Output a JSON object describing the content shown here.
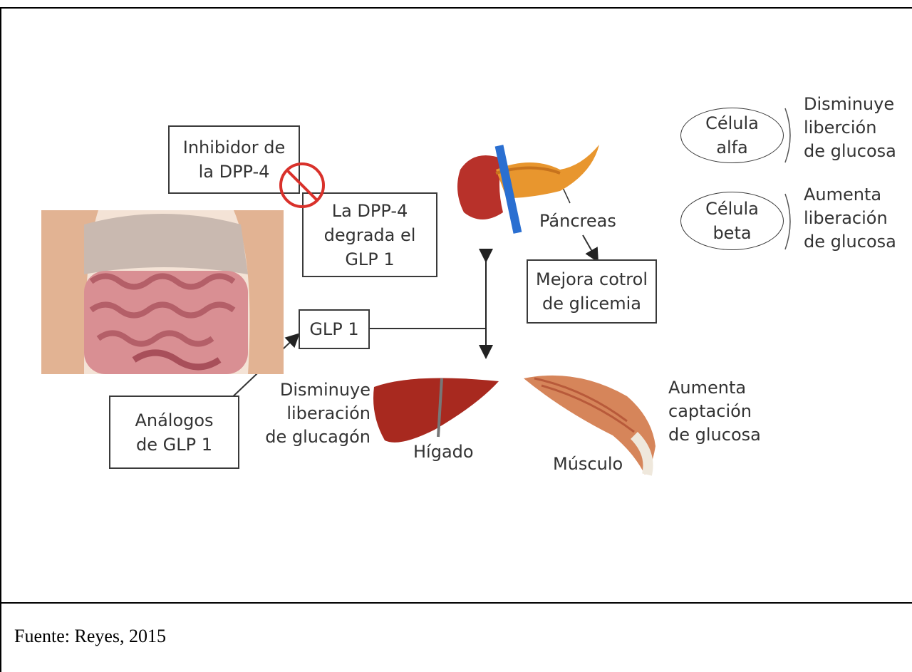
{
  "diagram": {
    "inhibitor_box": {
      "line1": "Inhibidor de",
      "line2": "la DPP-4"
    },
    "dpp4_box": {
      "line1": "La DPP-4",
      "line2": "degrada el",
      "line3": "GLP 1"
    },
    "pancreas_label": "Páncreas",
    "glycemia_box": {
      "line1": "Mejora cotrol",
      "line2": "de glicemia"
    },
    "alpha_cell": {
      "line1": "Célula",
      "line2": "alfa"
    },
    "alpha_effect": {
      "line1": "Disminuye",
      "line2": "liberción",
      "line3": "de glucosa"
    },
    "beta_cell": {
      "line1": "Célula",
      "line2": "beta"
    },
    "beta_effect": {
      "line1": "Aumenta",
      "line2": "liberación",
      "line3": "de glucosa"
    },
    "glp1_box": "GLP 1",
    "analogs_box": {
      "line1": "Análogos",
      "line2": "de GLP 1"
    },
    "liver_effect": {
      "line1": "Disminuye",
      "line2": "liberación",
      "line3": "de glucagón"
    },
    "liver_label": "Hígado",
    "muscle_label": "Músculo",
    "muscle_effect": {
      "line1": "Aumenta",
      "line2": "captación",
      "line3": "de glucosa"
    }
  },
  "caption": "Fuente: Reyes, 2015",
  "colors": {
    "organ_red": "#b8312a",
    "pancreas_orange": "#e8962e",
    "vessel_blue": "#2a6fd1",
    "skin": "#e9c3a6",
    "intestine": "#d47d86",
    "prohibit_red": "#d9312b",
    "line": "#333333"
  }
}
